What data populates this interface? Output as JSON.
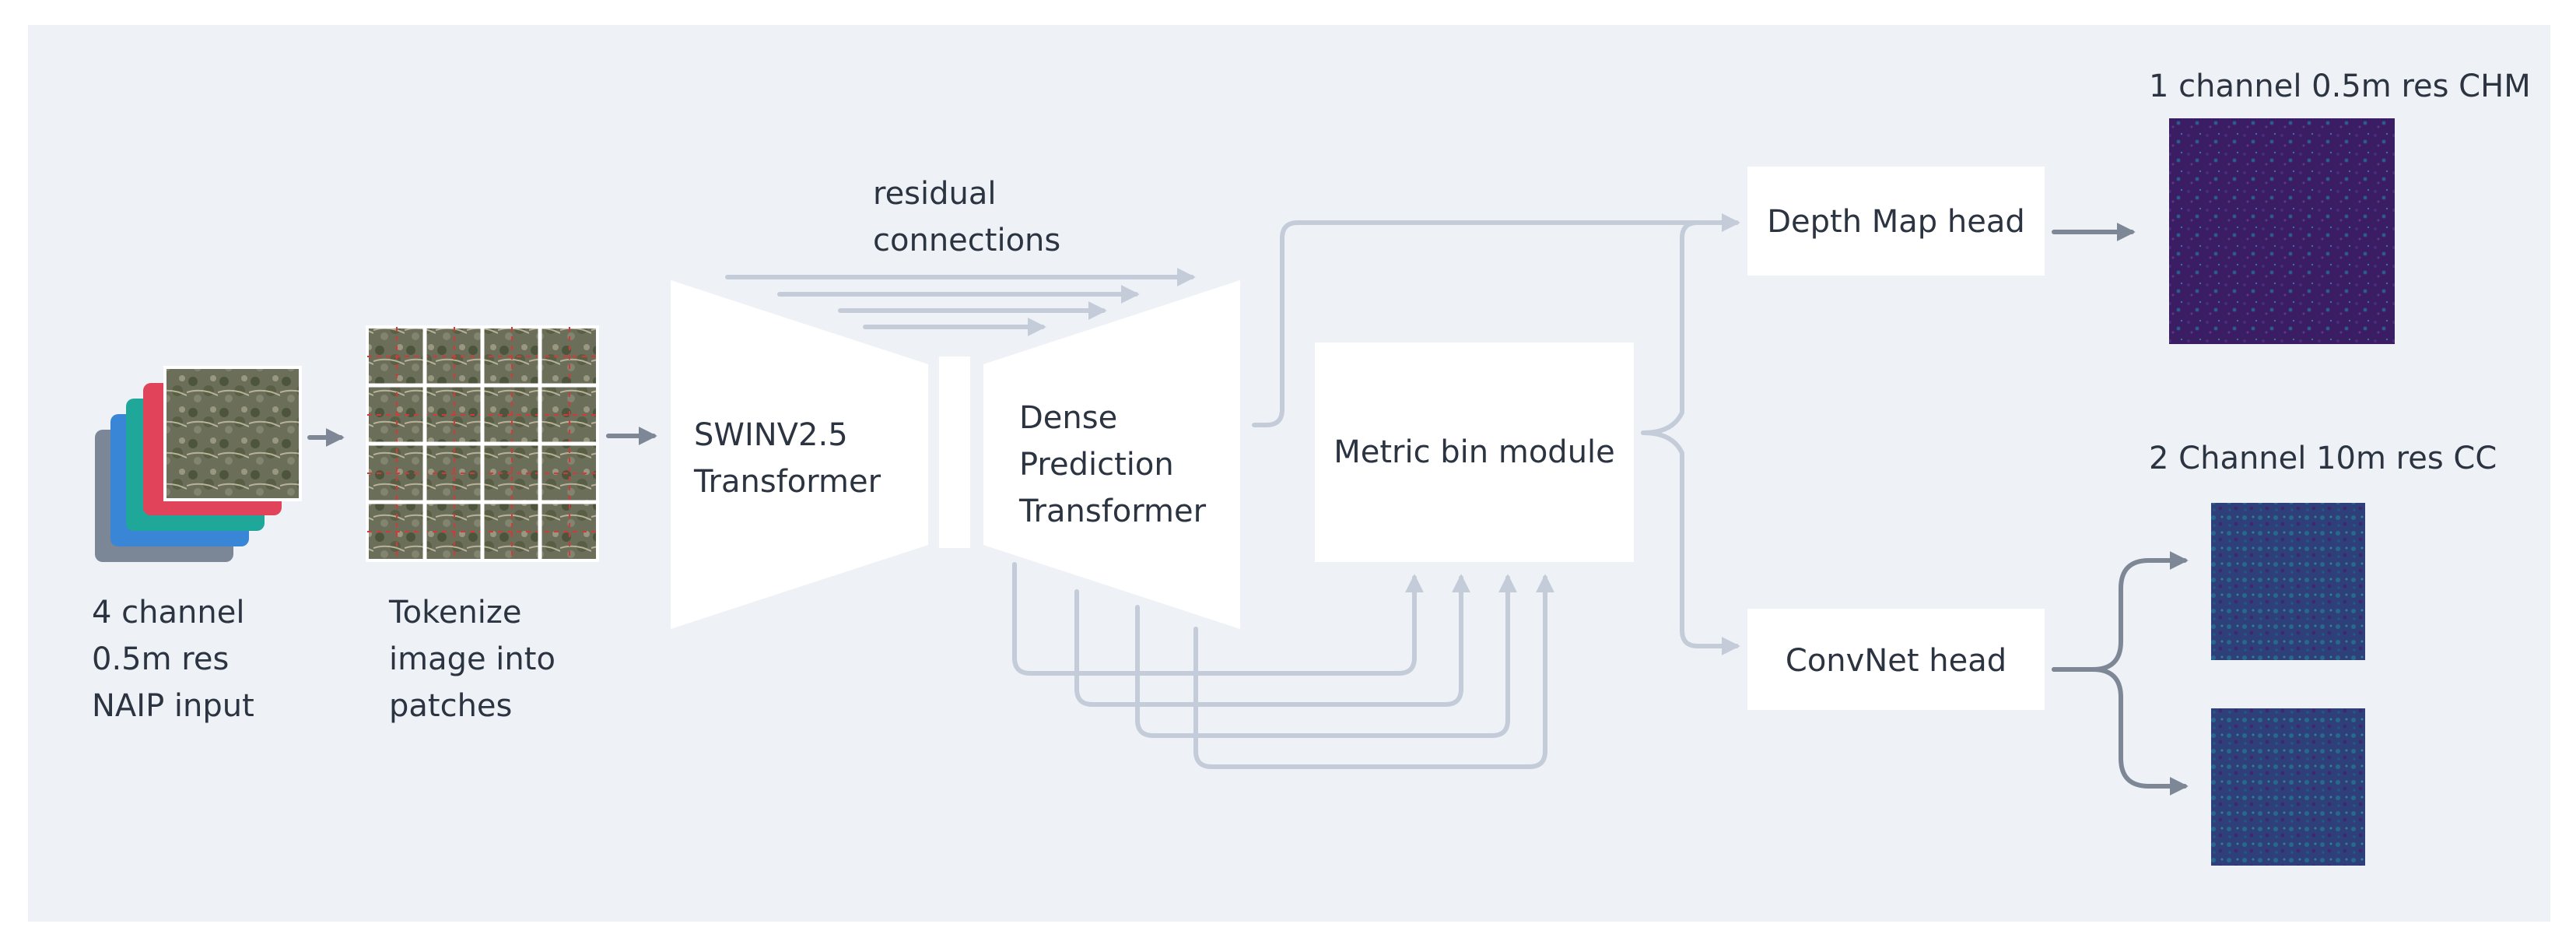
{
  "labels": {
    "input": [
      "4 channel",
      "0.5m res",
      "NAIP input"
    ],
    "tokenize": [
      "Tokenize",
      "image into",
      "patches"
    ],
    "residual": [
      "residual",
      "connections"
    ],
    "encoder": [
      "SWINV2.5",
      "Transformer"
    ],
    "decoder": [
      "Dense",
      "Prediction",
      "Transformer"
    ],
    "metric_bin": "Metric bin module",
    "depth_head": "Depth Map head",
    "convnet_head": "ConvNet head",
    "chm_output": "1 channel 0.5m res CHM",
    "cc_output": "2 Channel 10m res CC"
  },
  "colors": {
    "background": "#eef2f6",
    "box": "#ffffff",
    "connector": "#c3ccd8",
    "arrow": "#7d8796",
    "text": "#2b3440",
    "patch_grid": "#d23a3a",
    "input_layers": [
      "#7b8797",
      "#3a86d6",
      "#1fa89a",
      "#e0435a"
    ],
    "chm_map": "#3b1d63",
    "cc_map": "#2f3f7a"
  }
}
